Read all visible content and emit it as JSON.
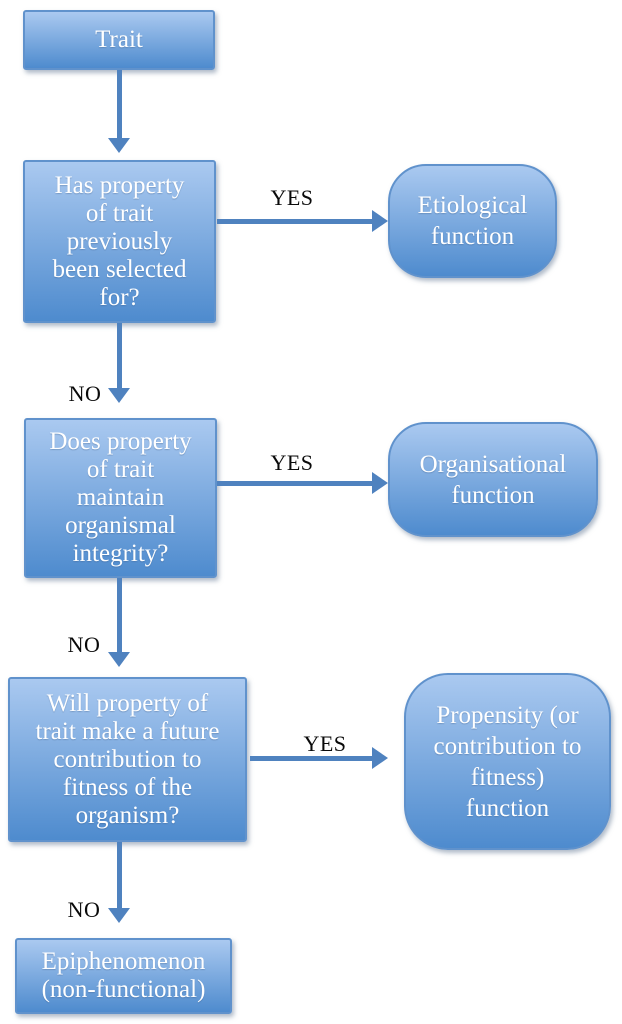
{
  "diagram": {
    "title": "Trait function decision flowchart",
    "colors": {
      "background": "#ffffff",
      "box_gradient_top": "#aac9f0",
      "box_gradient_bottom": "#4e8bce",
      "box_border": "#6092cc",
      "box_text": "#ffffff",
      "arrow": "#4f82bf",
      "edge_label_text": "#0a0a0a"
    },
    "nodes": {
      "trait": {
        "label": "Trait",
        "lines": [
          "Trait"
        ]
      },
      "q_selected": {
        "label": "Has property of trait previously been selected for?",
        "lines": [
          "Has property",
          "of trait",
          "previously",
          "been selected",
          "for?"
        ]
      },
      "etiological": {
        "label": "Etiological function",
        "lines": [
          "Etiological",
          "function"
        ]
      },
      "q_integrity": {
        "label": "Does property of trait maintain organismal integrity?",
        "lines": [
          "Does property",
          "of trait",
          "maintain",
          "organismal",
          "integrity?"
        ]
      },
      "organisational": {
        "label": "Organisational function",
        "lines": [
          "Organisational",
          "function"
        ]
      },
      "q_fitness": {
        "label": "Will property of trait make a future contribution to fitness of the organism?",
        "lines": [
          "Will property of",
          "trait make a future",
          "contribution to",
          "fitness of the",
          "organism?"
        ]
      },
      "propensity": {
        "label": "Propensity (or contribution to fitness) function",
        "lines": [
          "Propensity (or",
          "contribution to",
          "fitness)",
          "function"
        ]
      },
      "epiphenomenon": {
        "label": "Epiphenomenon (non-functional)",
        "lines": [
          "Epiphenomenon",
          "(non-functional)"
        ]
      }
    },
    "edges": {
      "yes1": "YES",
      "yes2": "YES",
      "yes3": "YES",
      "no1": "NO",
      "no2": "NO",
      "no3": "NO"
    }
  }
}
